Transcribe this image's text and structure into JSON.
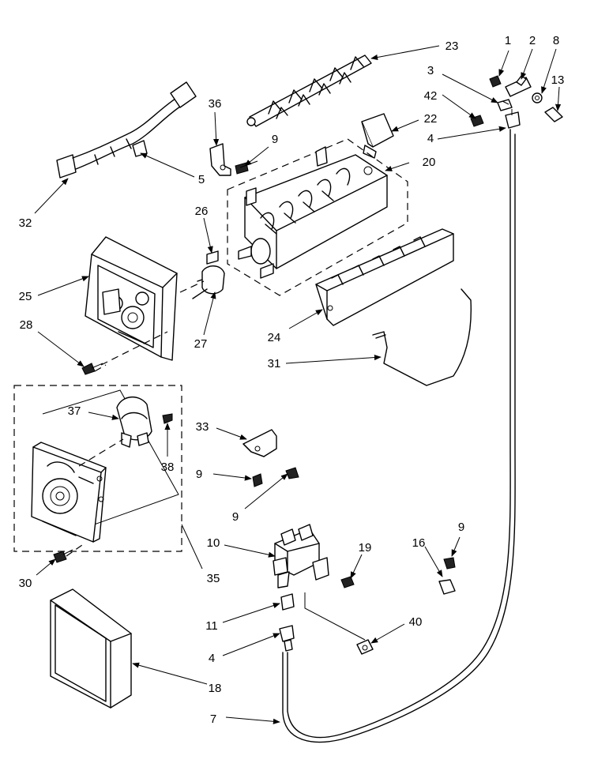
{
  "diagram": {
    "labels": {
      "l1": "1",
      "l2": "2",
      "l8": "8",
      "l3": "3",
      "l13": "13",
      "l23": "23",
      "l42": "42",
      "l22": "22",
      "l4a": "4",
      "l36": "36",
      "l9a": "9",
      "l5": "5",
      "l20": "20",
      "l32": "32",
      "l26": "26",
      "l25": "25",
      "l27": "27",
      "l24": "24",
      "l28": "28",
      "l31": "31",
      "l37": "37",
      "l33": "33",
      "l38": "38",
      "l9b": "9",
      "l9c": "9",
      "l30": "30",
      "l35": "35",
      "l10": "10",
      "l19": "19",
      "l16": "16",
      "l9d": "9",
      "l11": "11",
      "l40": "40",
      "l4b": "4",
      "l18": "18",
      "l7": "7"
    }
  }
}
